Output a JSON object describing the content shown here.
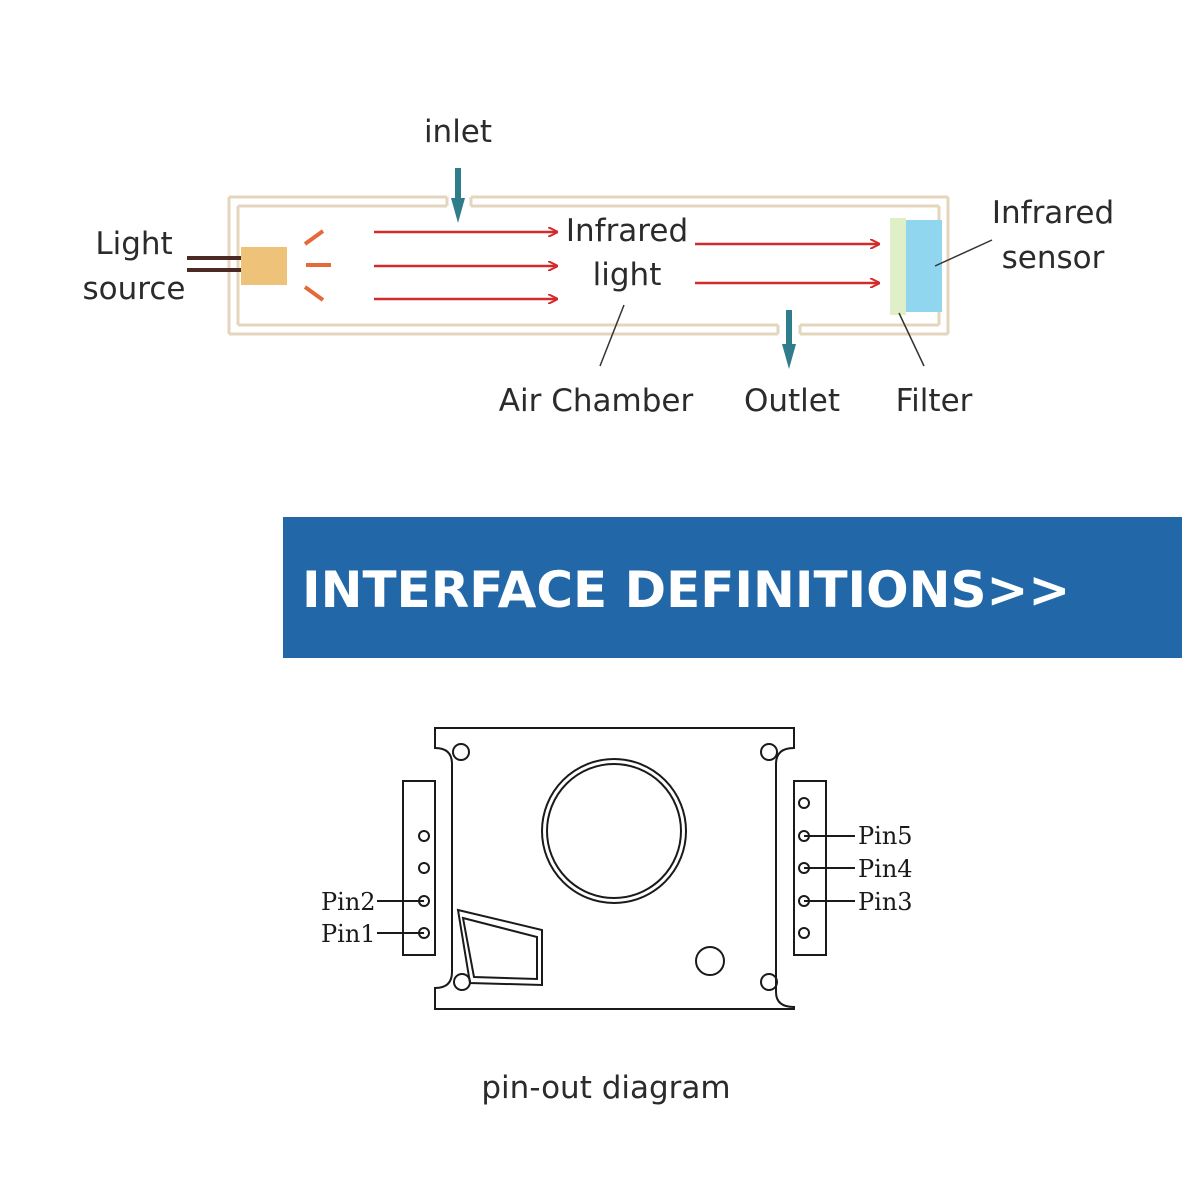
{
  "ndir": {
    "labels": {
      "inlet": "inlet",
      "light_source_1": "Light",
      "light_source_2": "source",
      "infrared_light_1": "Infrared",
      "infrared_light_2": "light",
      "infrared_sensor_1": "Infrared",
      "infrared_sensor_2": "sensor",
      "air_chamber": "Air Chamber",
      "outlet": "Outlet",
      "filter": "Filter"
    },
    "colors": {
      "chamber_wall": "#e8dcc6",
      "light_source": "#efc27a",
      "rays": "#d32a2a",
      "flow_arrow": "#2f7d8a",
      "filter": "#dff0c8",
      "sensor": "#8fd6ee"
    }
  },
  "banner": {
    "title": "INTERFACE DEFINITIONS>>",
    "color": "#2268a8"
  },
  "pinout": {
    "pins": {
      "pin1": "Pin1",
      "pin2": "Pin2",
      "pin3": "Pin3",
      "pin4": "Pin4",
      "pin5": "Pin5"
    },
    "caption": "pin-out diagram"
  }
}
